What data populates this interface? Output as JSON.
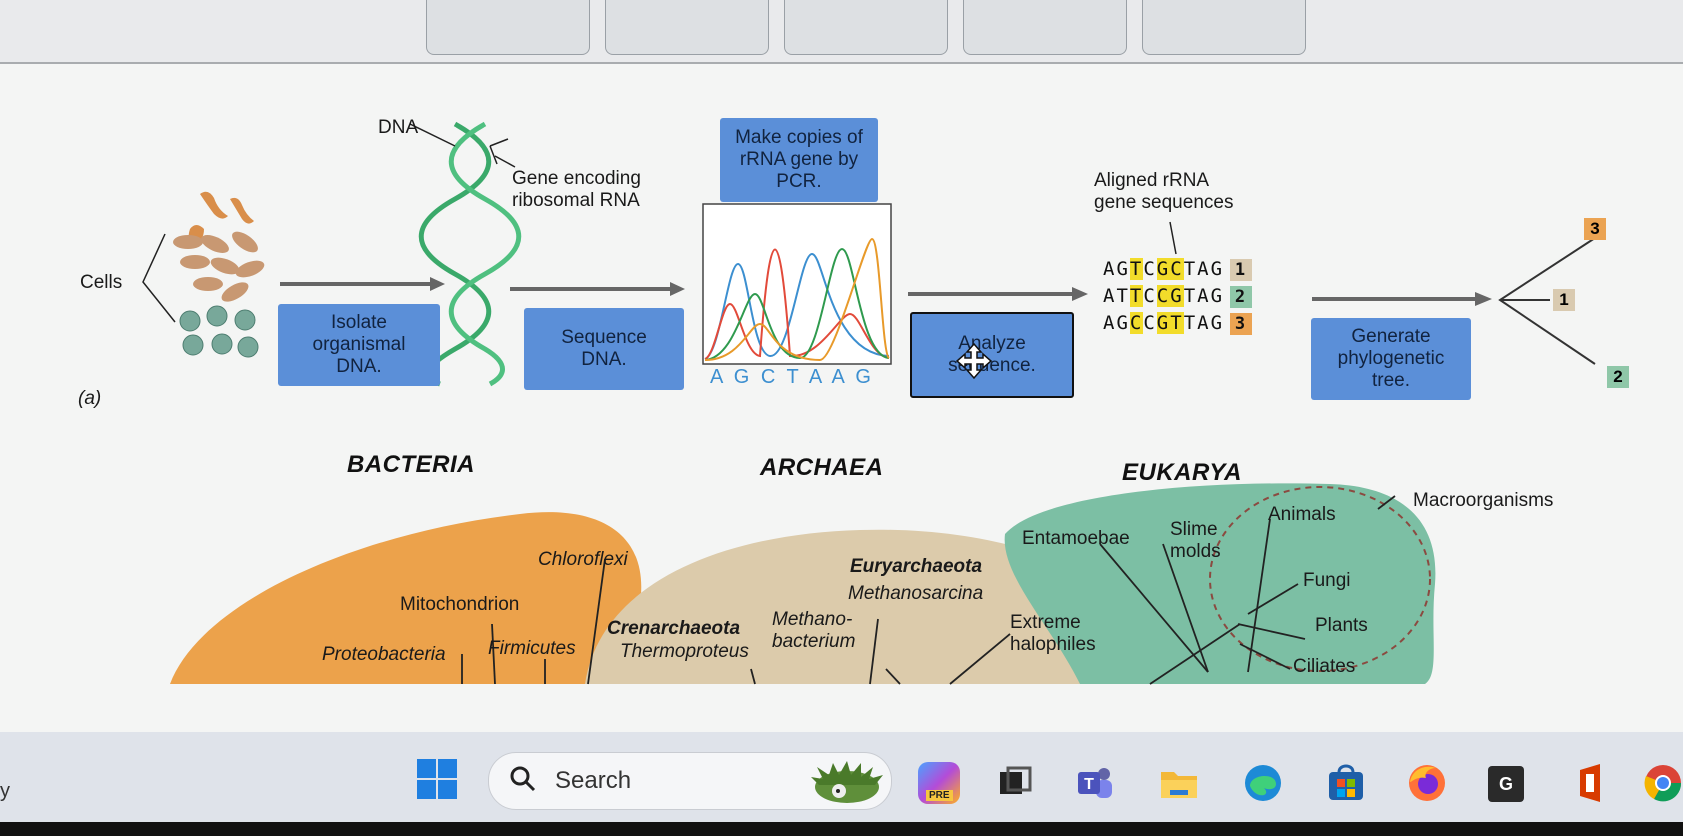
{
  "drop_zones": [
    "",
    "",
    "",
    "",
    ""
  ],
  "panel_a": {
    "dna_label": "DNA",
    "gene_label": "Gene encoding\nribosomal RNA",
    "cells_label": "Cells",
    "step_isolate": "Isolate\norganismal\nDNA.",
    "step_sequence": "Sequence\nDNA.",
    "step_pcr": "Make copies of\nrRNA gene by\nPCR.",
    "chromatogram_bases": "A G C T A A G",
    "step_analyze": "Analyze\nsequence.",
    "aligned_label": "Aligned rRNA\ngene sequences",
    "sequences": [
      {
        "pre": "AG",
        "hl1": "T",
        "mid": "C",
        "hl2": "GC",
        "post": "TAG",
        "num": "1"
      },
      {
        "pre": "AT",
        "hl1": "T",
        "mid": "C",
        "hl2": "CG",
        "post": "TAG",
        "num": "2"
      },
      {
        "pre": "AG",
        "hl1": "C",
        "mid": "C",
        "hl2": "GT",
        "post": "TAG",
        "num": "3"
      }
    ],
    "step_tree": "Generate\nphylogenetic\ntree.",
    "tree_leaves": [
      "3",
      "1",
      "2"
    ],
    "panel_letter": "(a)"
  },
  "domains": {
    "bacteria": "BACTERIA",
    "archaea": "ARCHAEA",
    "eukarya": "EUKARYA"
  },
  "tree_labels": {
    "chloroflexi": "Chloroflexi",
    "mitochondrion": "Mitochondrion",
    "proteobacteria": "Proteobacteria",
    "firmicutes": "Firmicutes",
    "euryarchaeota": "Euryarchaeota",
    "methanosarcina": "Methanosarcina",
    "methanobacterium": "Methano-\nbacterium",
    "crenarchaeota": "Crenarchaeota",
    "thermoproteus": "Thermoproteus",
    "extreme_halophiles": "Extreme\nhalophiles",
    "entamoebae": "Entamoebae",
    "slime_molds": "Slime\nmolds",
    "animals": "Animals",
    "fungi": "Fungi",
    "plants": "Plants",
    "ciliates": "Ciliates",
    "macroorganisms": "Macroorganisms"
  },
  "taskbar": {
    "search_placeholder": "Search",
    "left_edge_text": "y",
    "g_label": "G",
    "pre_badge": "PRE"
  },
  "colors": {
    "step_box": "#5b8fd8",
    "bacteria": "#eca24b",
    "archaea": "#dccbab",
    "eukarya": "#7cbfa4",
    "highlight": "#f2dc2a"
  }
}
